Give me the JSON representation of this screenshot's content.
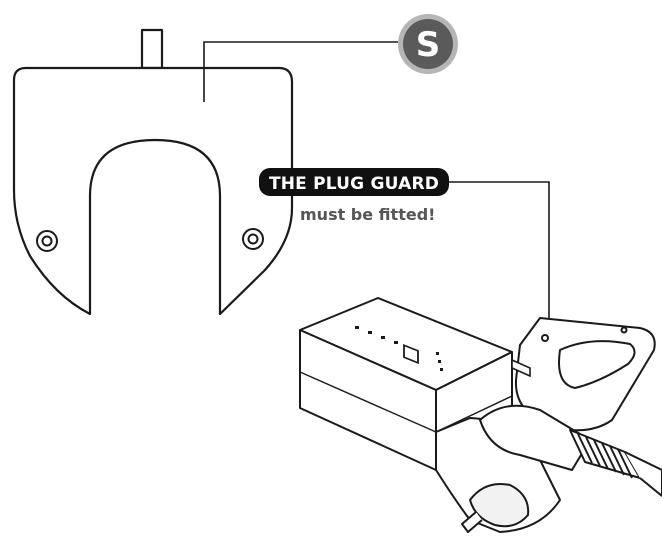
{
  "diagram": {
    "part_letter": "S",
    "callout_title": "THE PLUG GUARD",
    "callout_subtitle": "must be fitted!",
    "colors": {
      "line": "#1a1a1a",
      "badge_fill": "#5a5a5a",
      "badge_ring": "#b5b5b5",
      "pill_fill": "#111111",
      "pill_text": "#ffffff",
      "subtitle_text": "#555555"
    },
    "icons": {
      "part_outline": "plug-guard-outline-icon",
      "device": "smart-socket-device-icon",
      "cable": "coiled-cable-icon"
    }
  }
}
